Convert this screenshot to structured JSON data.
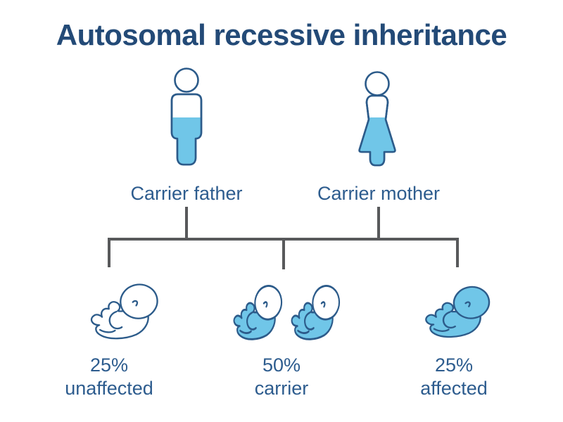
{
  "title": "Autosomal recessive inheritance",
  "parents": [
    {
      "label": "Carrier father",
      "sex": "male",
      "status": "carrier",
      "fill_level": "half"
    },
    {
      "label": "Carrier mother",
      "sex": "female",
      "status": "carrier",
      "fill_level": "half"
    }
  ],
  "offspring": [
    {
      "percent": "25%",
      "status": "unaffected",
      "count": 1,
      "icon_fill": "none"
    },
    {
      "percent": "50%",
      "status": "carrier",
      "count": 2,
      "icon_fill": "body-only"
    },
    {
      "percent": "25%",
      "status": "affected",
      "count": 1,
      "icon_fill": "full"
    }
  ],
  "icons": {
    "father": "half-filled-man-icon",
    "mother": "half-filled-woman-icon",
    "unaffected_child": "baby-outline-icon",
    "carrier_child": "baby-half-filled-icon",
    "affected_child": "baby-filled-icon"
  },
  "colors": {
    "title_text": "#234A77",
    "label_text": "#2D5C8E",
    "figure_outline": "#2C5B8A",
    "carrier_fill": "#70C6E8",
    "tree_line": "#58595B",
    "background": "#FFFFFF"
  }
}
